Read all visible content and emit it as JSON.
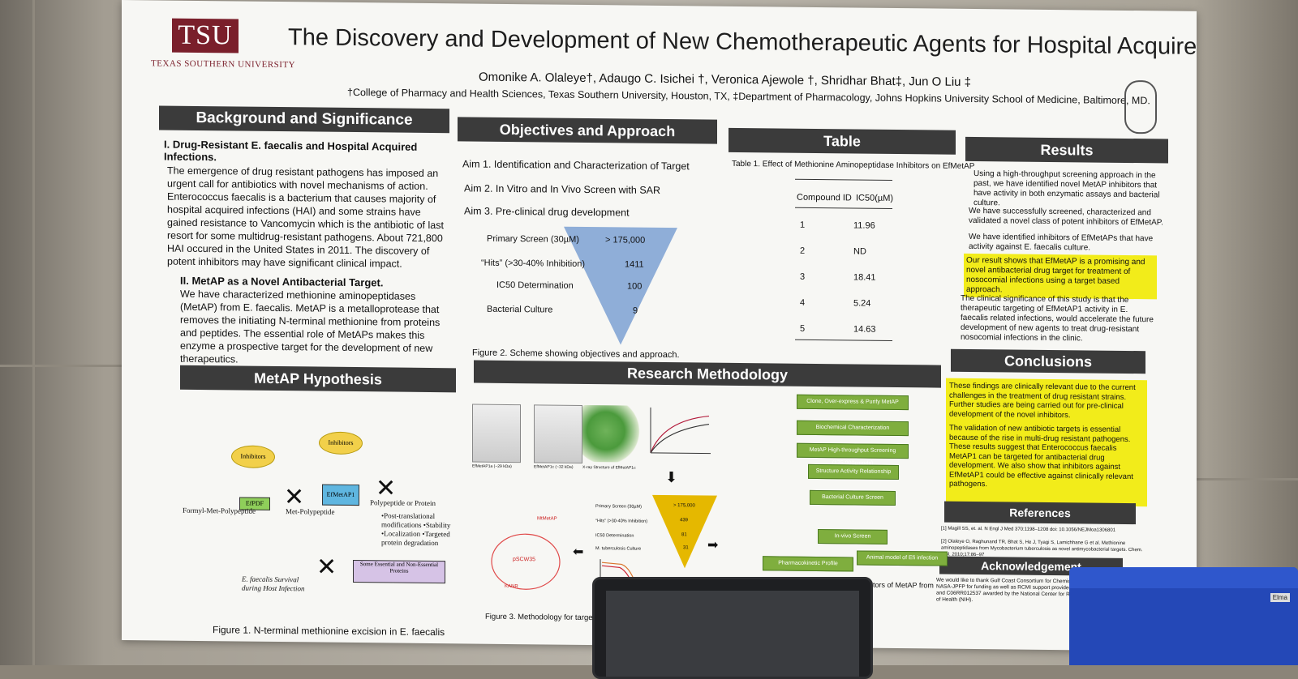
{
  "poster": {
    "logo": "TSU",
    "university": "TEXAS SOUTHERN UNIVERSITY",
    "title": "The Discovery and Development of New Chemotherapeutic Agents for Hospital Acquired Infections",
    "authors": "Omonike A. Olaleye†, Adaugo C. Isichei †, Veronica Ajewole †, Shridhar Bhat‡, Jun O Liu ‡",
    "affiliations": "†College of Pharmacy and Health Sciences, Texas Southern University, Houston, TX, ‡Department of Pharmacology, Johns Hopkins University School of Medicine, Baltimore, MD."
  },
  "background": {
    "header": "Background and Significance",
    "sub1": "I. Drug-Resistant E. faecalis and Hospital Acquired Infections.",
    "para1": "The emergence of drug resistant pathogens has imposed an urgent call for antibiotics with novel mechanisms of action. Enterococcus faecalis is a bacterium that causes majority of hospital acquired infections (HAI) and some strains have gained resistance to Vancomycin which is the antibiotic of last resort for some multidrug-resistant pathogens. About 721,800 HAI occured in the United States in 2011. The discovery of potent inhibitors may have significant clinical impact.",
    "sub2": "II. MetAP as a Novel Antibacterial Target.",
    "para2": "We have characterized methionine aminopeptidases (MetAP) from E. faecalis. MetAP is a metalloprotease that removes the initiating N-terminal methionine from proteins and peptides. The essential role of MetAPs makes this enzyme a prospective target for the development of new therapeutics."
  },
  "objectives": {
    "header": "Objectives and Approach",
    "aim1": "Aim 1. Identification and Characterization of Target",
    "aim2": "Aim 2. In Vitro and In Vivo  Screen with SAR",
    "aim3": "Aim 3. Pre-clinical drug development",
    "funnel": [
      {
        "label": "Primary Screen (30µM)",
        "value": "> 175,000"
      },
      {
        "label": "“Hits” (>30-40% Inhibition)",
        "value": "1411"
      },
      {
        "label": "IC50 Determination",
        "value": "100"
      },
      {
        "label": "Bacterial Culture",
        "value": "9"
      }
    ],
    "caption": "Figure 2. Scheme showing objectives and approach."
  },
  "table": {
    "header": "Table",
    "caption": "Table 1. Effect of Methionine Aminopeptidase Inhibitors on EfMetAP",
    "col1": "Compound ID",
    "col2": "IC50(µM)",
    "rows": [
      {
        "id": "1",
        "ic50": "11.96"
      },
      {
        "id": "2",
        "ic50": "ND"
      },
      {
        "id": "3",
        "ic50": "18.41"
      },
      {
        "id": "4",
        "ic50": "5.24"
      },
      {
        "id": "5",
        "ic50": "14.63"
      }
    ]
  },
  "results": {
    "header": "Results",
    "b1": "Using a high-throughput screening approach in the past, we have identified novel MetAP inhibitors that have activity in both enzymatic assays and bacterial culture.",
    "b2": "We have successfully screened, characterized and validated a novel class of potent inhibitors of EfMetAP.",
    "b3": "We have identified inhibitors of EfMetAPs that have activity against E. faecalis culture.",
    "b4": "Our result shows that EfMetAP is a promising and novel antibacterial drug target for treatment of nosocomial infections using a target based approach.",
    "b5": "The clinical significance of this study is that the therapeutic targeting of EfMetAP1 activity in E. faecalis related infections, would accelerate the future development of new agents to treat drug-resistant nosocomial infections in the clinic."
  },
  "conclusions": {
    "header": "Conclusions",
    "b1": "These findings are clinically relevant due to the current challenges in the treatment of drug resistant strains. Further studies are being carried out for pre-clinical development of the novel inhibitors.",
    "b2": "The validation of new antibiotic targets is essential because of the rise in multi-drug resistant pathogens. These results suggest that Enterococcus faecalis MetAP1 can be targeted for antibacterial drug development. We also show that inhibitors against EfMetAP1 could be effective against clinically relevant pathogens."
  },
  "references": {
    "header": "References",
    "r1": "[1] Magill SS, et. al. N Engl J Med 370:1198–1208 doi: 10.1056/NEJMoa1306801",
    "r2": "[2] Olaleye O, Raghunand TR, Bhat S, He J, Tyagi S, Lamichhane G et al. Methionine aminopeptidases from Mycobacterium tuberculosis as novel antimycobacterial targets. Chem. Biol. 2010;17:86–97"
  },
  "acknowledgement": {
    "header": "Acknowledgement",
    "text": "We would like to thank Gulf Coast Consortium for Chemical Genomics, UNCF*Merck, NASA-JPFP for funding as well as RCMI support provided by grants G12RR003045 and C06RR012537 awarded by the National Center for Research ... National Institutes of Health (NIH)."
  },
  "hypothesis": {
    "header": "MetAP Hypothesis",
    "inhibitors1": "Inhibitors",
    "inhibitors2": "Inhibitors",
    "efpdf": "EfPDF",
    "efmetap": "EfMetAP1",
    "formyl": "Formyl-Met-Polypeptide",
    "metpoly": "Met-Polypeptide",
    "polyprot": "Polypeptide or Protein",
    "modifications": "•Post-translational modifications •Stability •Localization •Targeted protein degradation",
    "survival": "E. faecalis Survival during Host Infection",
    "essential": "Some Essential and Non-Essential Proteins",
    "caption": "Figure 1. N-terminal methionine excision in E. faecalis"
  },
  "methodology": {
    "header": "Research Methodology",
    "gel1": "EfMetAP1a (~29 kDa)",
    "gel2": "EfMetAP1c (~32 kDa)",
    "xray": "X-ray Structure of EfMetAP1c",
    "flow": [
      "Clone, Over-express & Purify MetAP",
      "Biochemical Characterization",
      "MetAP High-throughput Screening (175,000cmpds)",
      "Structure Activity Relationship",
      "Bacterial Culture Screen",
      "In-vivo Screen",
      "Pharmacokinetic Profile",
      "Animal model of Efi infection"
    ],
    "funnel": [
      {
        "label": "Primary Screen (30µM)",
        "value": "> 175,000"
      },
      {
        "label": "“Hits” (>30-40% Inhibition)",
        "value": "439"
      },
      {
        "label": "IC50 Determination",
        "value": "81"
      },
      {
        "label": "M. tuberculosis Culture",
        "value": "31"
      }
    ],
    "plasmid": "pSCW35",
    "gene": "MtMetAP",
    "kan": "KANR",
    "caption": "Figure 3. Methodology for target",
    "partial": "hibitors of MetAP from"
  },
  "colors": {
    "header_bg": "#3b3b3b",
    "highlight": "#f2ec1a",
    "logo": "#7a1f2b",
    "funnel": "#8faed8",
    "flow": "#7fae3e"
  }
}
